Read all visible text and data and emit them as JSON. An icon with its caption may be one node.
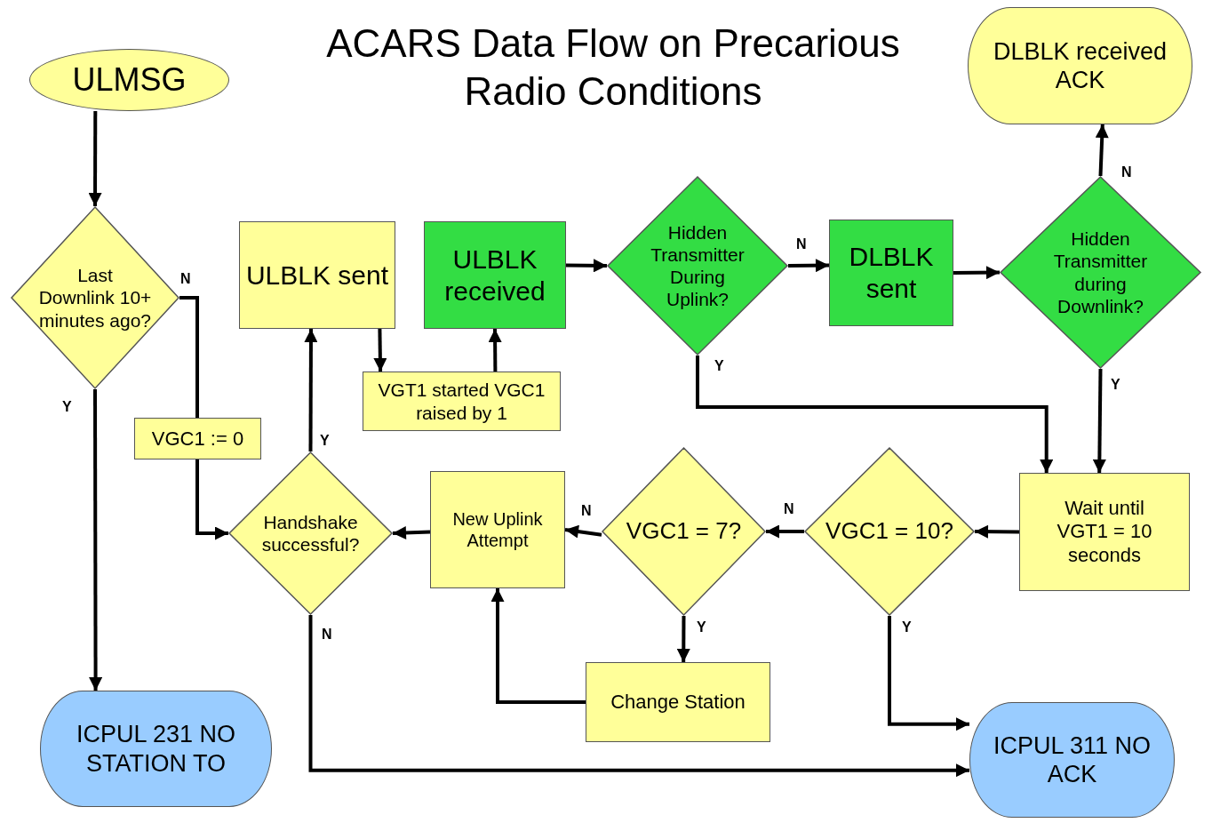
{
  "diagram": {
    "title": "ACARS Data Flow on Precarious Radio Conditions",
    "nodes": [
      {
        "text": [
          "ULMSG"
        ]
      },
      {
        "text": [
          "Last Downlink 10+ minutes ago?"
        ]
      },
      {
        "text": [
          "ULBLK sent"
        ]
      },
      {
        "text": [
          "ULBLK received"
        ]
      },
      {
        "text": [
          "Hidden Transmitter During Uplink?"
        ]
      },
      {
        "text": [
          "DLBLK sent"
        ]
      },
      {
        "text": [
          "Hidden Transmitter during Downlink?"
        ]
      },
      {
        "text": [
          "DLBLK received ACK"
        ]
      },
      {
        "text": [
          "VGT1 started VGC1 raised by 1"
        ]
      },
      {
        "text": [
          "Handshake successful?"
        ]
      },
      {
        "text": [
          "New Uplink Attempt"
        ]
      },
      {
        "text": [
          "VGC1 = 7?"
        ]
      },
      {
        "text": [
          "VGC1 = 10?"
        ]
      },
      {
        "text": [
          "Wait until VGT1 = 10 seconds"
        ]
      },
      {
        "text": [
          "Change Station"
        ]
      },
      {
        "text": [
          "ICPUL 231 NO STATION TO"
        ]
      },
      {
        "text": [
          "ICPUL 311 NO ACK"
        ]
      }
    ],
    "edges": [
      {
        "from": 0,
        "to": 1,
        "arrow": "to"
      },
      {
        "from": 1,
        "to": 9,
        "arrow": "to",
        "label": "VGC1 := 0"
      },
      {
        "from": 1,
        "to": 15,
        "arrow": "to",
        "label": "Y"
      },
      {
        "from": 9,
        "to": 2,
        "arrow": "to",
        "label": "Y"
      },
      {
        "from": 2,
        "to": 8,
        "arrow": "to"
      },
      {
        "from": 8,
        "to": 3,
        "arrow": "to"
      },
      {
        "from": 3,
        "to": 4,
        "arrow": "to"
      },
      {
        "from": 4,
        "to": 5,
        "arrow": "to",
        "label": "N"
      },
      {
        "from": 5,
        "to": 6,
        "arrow": "to"
      },
      {
        "from": 6,
        "to": 7,
        "arrow": "to",
        "label": "N"
      },
      {
        "from": 6,
        "to": 13,
        "arrow": "to",
        "label": "Y"
      },
      {
        "from": 4,
        "to": 13,
        "arrow": "to",
        "label": "Y"
      },
      {
        "from": 13,
        "to": 12,
        "arrow": "to"
      },
      {
        "from": 12,
        "to": 11,
        "arrow": "to",
        "label": "N"
      },
      {
        "from": 11,
        "to": 10,
        "arrow": "to",
        "label": "N"
      },
      {
        "from": 10,
        "to": 9,
        "arrow": "to"
      },
      {
        "from": 11,
        "to": 14,
        "arrow": "to",
        "label": "Y"
      },
      {
        "from": 14,
        "to": 10,
        "arrow": "to"
      },
      {
        "from": 12,
        "to": 16,
        "arrow": "to",
        "label": "Y"
      },
      {
        "from": 9,
        "to": 16,
        "arrow": "to",
        "label": "N"
      }
    ],
    "labels": [
      "N"
    ]
  }
}
